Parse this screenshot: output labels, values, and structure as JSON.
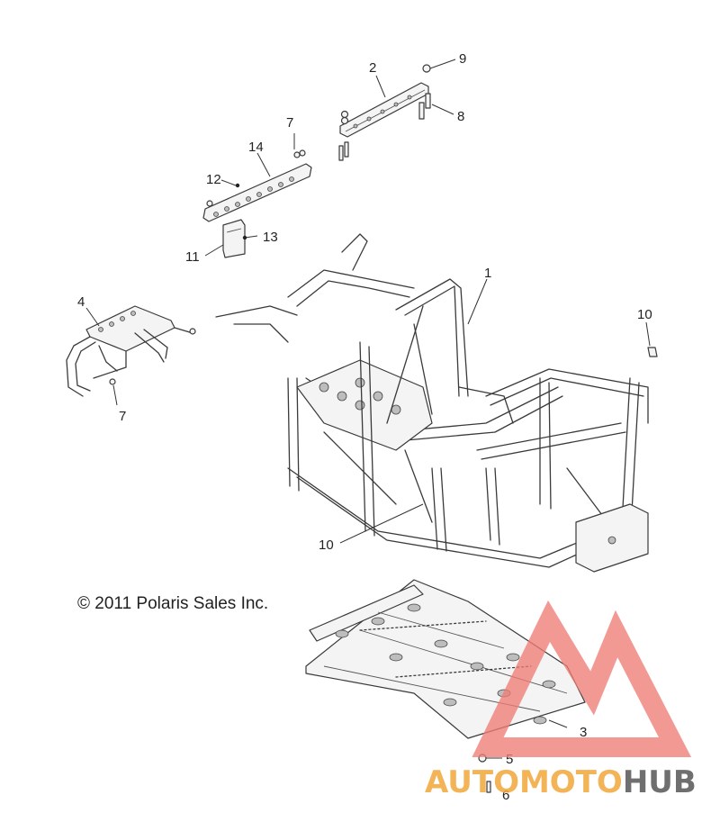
{
  "diagram": {
    "copyright": "© 2011 Polaris Sales Inc.",
    "callouts": [
      {
        "id": "1",
        "label": "1"
      },
      {
        "id": "2",
        "label": "2"
      },
      {
        "id": "3",
        "label": "3"
      },
      {
        "id": "4",
        "label": "4"
      },
      {
        "id": "5",
        "label": "5"
      },
      {
        "id": "6",
        "label": "6"
      },
      {
        "id": "7a",
        "label": "7"
      },
      {
        "id": "7b",
        "label": "7"
      },
      {
        "id": "8",
        "label": "8"
      },
      {
        "id": "9",
        "label": "9"
      },
      {
        "id": "10a",
        "label": "10"
      },
      {
        "id": "10b",
        "label": "10"
      },
      {
        "id": "11",
        "label": "11"
      },
      {
        "id": "12",
        "label": "12"
      },
      {
        "id": "13",
        "label": "13"
      },
      {
        "id": "14",
        "label": "14"
      }
    ]
  },
  "watermark": {
    "word_part1": "AUTOMOTO",
    "word_part2": "HUB",
    "color_primary": "#f07c74",
    "color_secondary": "#6f6f6f"
  }
}
